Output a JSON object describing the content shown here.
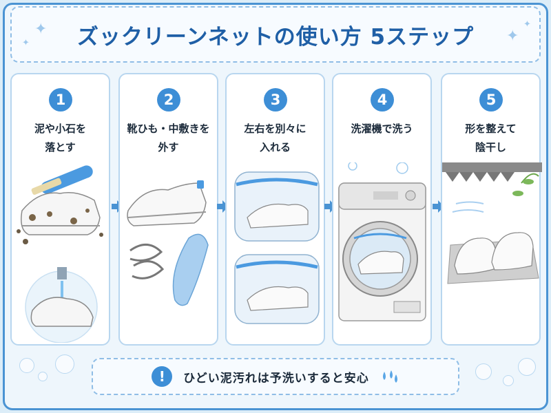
{
  "title": "ズックリーンネットの使い方 5ステップ",
  "steps": [
    {
      "number": "1",
      "line1": "泥や小石を",
      "line2": "落とす"
    },
    {
      "number": "2",
      "line1": "靴ひも・中敷きを",
      "line2": "外す"
    },
    {
      "number": "3",
      "line1": "左右を別々に",
      "line2": "入れる"
    },
    {
      "number": "4",
      "line1": "洗濯機で洗う",
      "line2": ""
    },
    {
      "number": "5",
      "line1": "形を整えて",
      "line2": "陰干し"
    }
  ],
  "tip": {
    "icon": "!",
    "text": "ひどい泥汚れは予洗いすると安心"
  },
  "colors": {
    "accent": "#3d8ed6",
    "title": "#1f5fa6",
    "background": "#eef6fc"
  },
  "icons": [
    "sparkle-icon",
    "arrow-right-icon",
    "exclamation-icon",
    "water-drops-icon"
  ]
}
